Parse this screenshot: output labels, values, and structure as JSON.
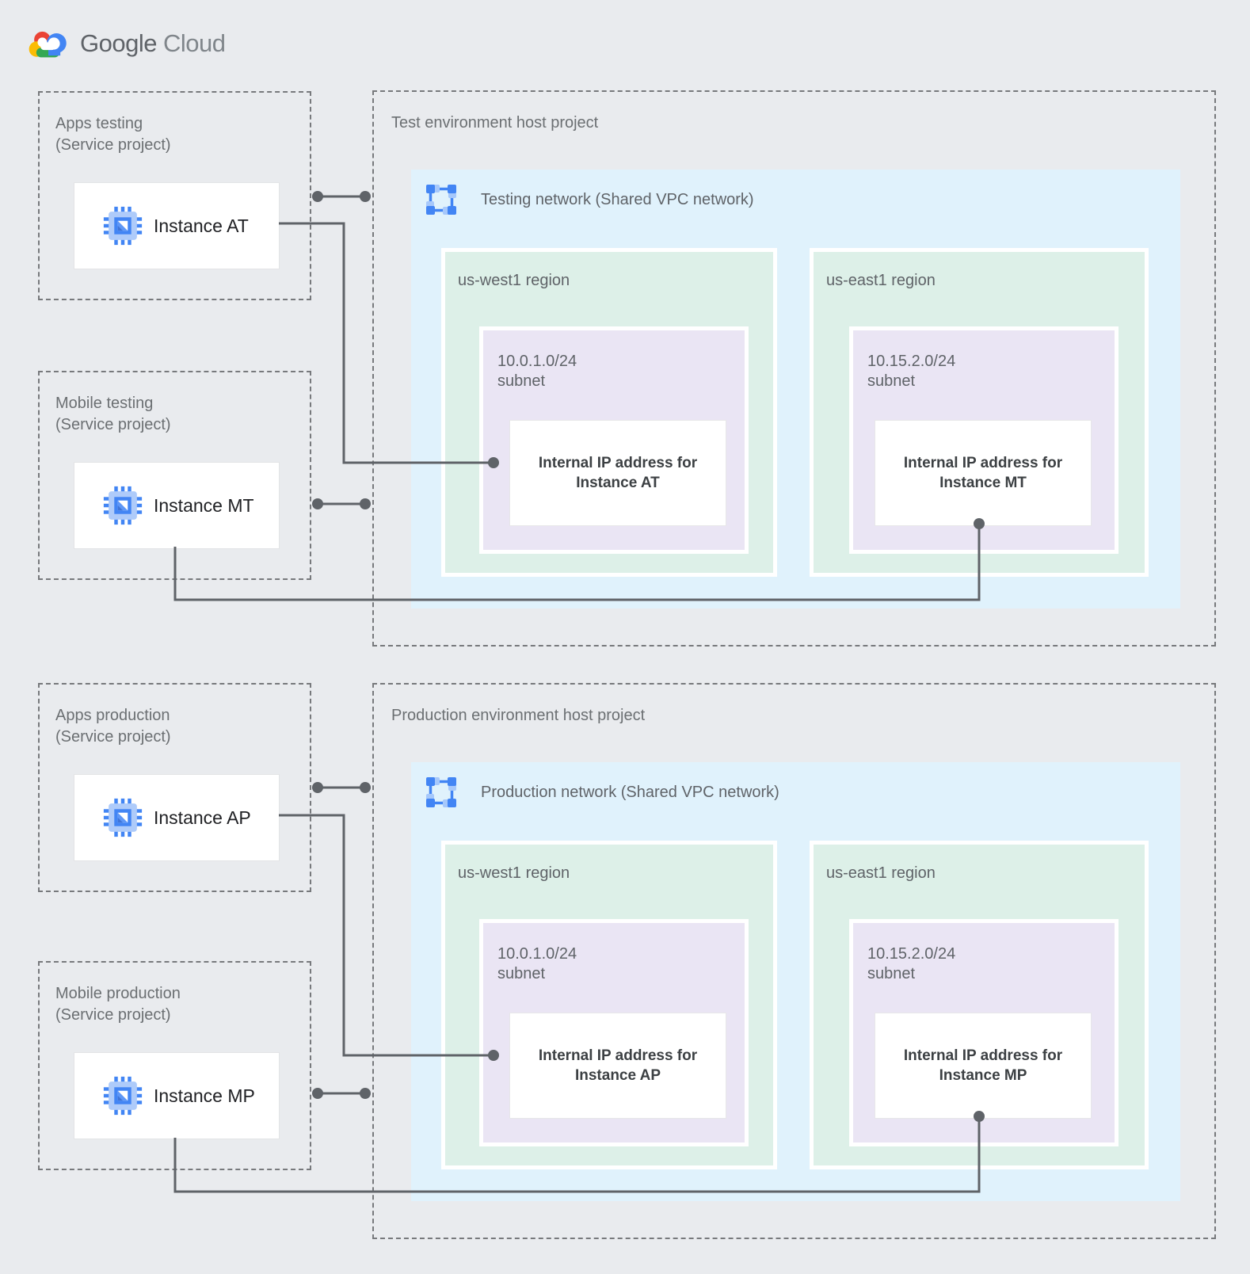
{
  "brand": {
    "google": "Google",
    "cloud": "Cloud"
  },
  "service_projects": [
    {
      "title": "Apps testing",
      "subtitle": "(Service project)",
      "instance_label": "Instance AT"
    },
    {
      "title": "Mobile testing",
      "subtitle": "(Service project)",
      "instance_label": "Instance MT"
    },
    {
      "title": "Apps production",
      "subtitle": "(Service project)",
      "instance_label": "Instance AP"
    },
    {
      "title": "Mobile production",
      "subtitle": "(Service project)",
      "instance_label": "Instance MP"
    }
  ],
  "host_projects": [
    {
      "title": "Test environment host project",
      "network_label": "Testing network (Shared VPC network)",
      "regions": [
        {
          "name": "us-west1 region",
          "subnet_cidr": "10.0.1.0/24",
          "subnet_word": "subnet",
          "card_line1": "Internal IP address for",
          "card_line2": "Instance AT"
        },
        {
          "name": "us-east1 region",
          "subnet_cidr": "10.15.2.0/24",
          "subnet_word": "subnet",
          "card_line1": "Internal IP address for",
          "card_line2": "Instance MT"
        }
      ]
    },
    {
      "title": "Production environment host project",
      "network_label": "Production network (Shared VPC network)",
      "regions": [
        {
          "name": "us-west1 region",
          "subnet_cidr": "10.0.1.0/24",
          "subnet_word": "subnet",
          "card_line1": "Internal IP address for",
          "card_line2": "Instance AP"
        },
        {
          "name": "us-east1 region",
          "subnet_cidr": "10.15.2.0/24",
          "subnet_word": "subnet",
          "card_line1": "Internal IP address for",
          "card_line2": "Instance MP"
        }
      ]
    }
  ],
  "colors": {
    "page_background": "#e9ebee",
    "network_box": "#e0f2fc",
    "region_box": "#ddf0e8",
    "subnet_box": "#eae5f4",
    "connector": "#5f6368",
    "dashed_border": "#77797c",
    "vpc_blue": "#4285f4",
    "vpc_light_blue": "#a6c8fb",
    "chip_body": "#aecbfa",
    "chip_core": "#4285f4",
    "google_red": "#ea4335",
    "google_yellow": "#fbbc04",
    "google_green": "#34a853",
    "google_blue": "#4285f4"
  }
}
